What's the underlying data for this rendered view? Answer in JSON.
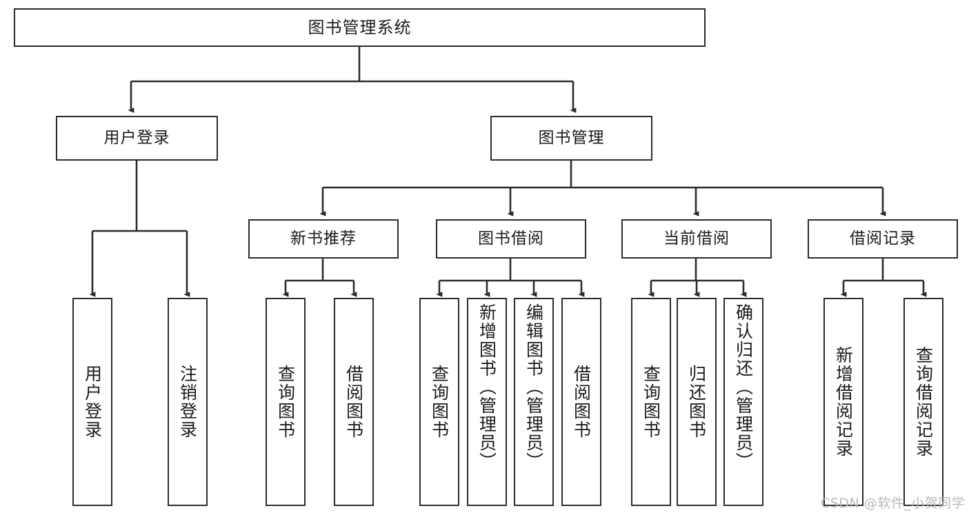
{
  "diagram": {
    "type": "tree-hierarchy-chart",
    "title": "图书管理系统",
    "watermark": "CSDN @软件_小贺同学",
    "colors": {
      "stroke": "#2b2b2b",
      "fill": "#ffffff",
      "text": "#1a1a1a",
      "watermark": "#b9b9b9"
    },
    "nodes": {
      "root": {
        "label": "图书管理系统"
      },
      "level1": [
        {
          "label": "用户登录"
        },
        {
          "label": "图书管理"
        }
      ],
      "level2": [
        {
          "label": "新书推荐"
        },
        {
          "label": "图书借阅"
        },
        {
          "label": "当前借阅"
        },
        {
          "label": "借阅记录"
        }
      ],
      "leaves_user_login": [
        {
          "label": "用户登录"
        },
        {
          "label": "注销登录"
        }
      ],
      "leaves_new_book": [
        {
          "label": "查询图书"
        },
        {
          "label": "借阅图书"
        }
      ],
      "leaves_borrow": [
        {
          "label": "查询图书"
        },
        {
          "label": "新增图书（管理员）"
        },
        {
          "label": "编辑图书（管理员）"
        },
        {
          "label": "借阅图书"
        }
      ],
      "leaves_current": [
        {
          "label": "查询图书"
        },
        {
          "label": "归还图书"
        },
        {
          "label": "确认归还（管理员）"
        }
      ],
      "leaves_records": [
        {
          "label": "新增借阅记录"
        },
        {
          "label": "查询借阅记录"
        }
      ]
    }
  }
}
